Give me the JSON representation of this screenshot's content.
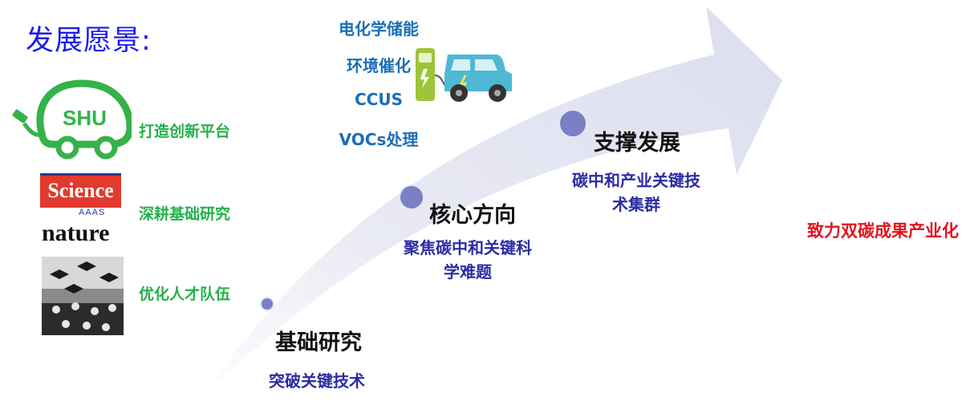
{
  "title": "发展愿景:",
  "left_panel": {
    "logo_text": "SHU",
    "science_logo_text": "Science",
    "aaas_text": "AAAS",
    "nature_logo_text": "nature",
    "pillars": [
      {
        "label": "打造创新平台",
        "icon": "shu-plug-car-logo"
      },
      {
        "label": "深耕基础研究",
        "icon": "science-nature-logos"
      },
      {
        "label": "优化人才队伍",
        "icon": "graduation-crowd-photo"
      }
    ]
  },
  "applications": [
    "电化学储能",
    "环境催化",
    "CCUS",
    "VOCs处理"
  ],
  "stages": [
    {
      "title": "基础研究",
      "subtitle": "突破关键技术"
    },
    {
      "title": "核心方向",
      "subtitle_lines": [
        "聚焦碳中和关键科",
        "学难题"
      ]
    },
    {
      "title": "支撑发展",
      "subtitle_lines": [
        "碳中和产业关键技",
        "术集群"
      ]
    }
  ],
  "goal": "致力双碳成果产业化",
  "colors": {
    "title": "#1a1aee",
    "pillar_text": "#22b24a",
    "application_text": "#1a6fb8",
    "stage_subtitle": "#2b2ba6",
    "goal": "#e0141e",
    "arrow": "#e3e4f1",
    "bead": "#7b7fc4"
  }
}
